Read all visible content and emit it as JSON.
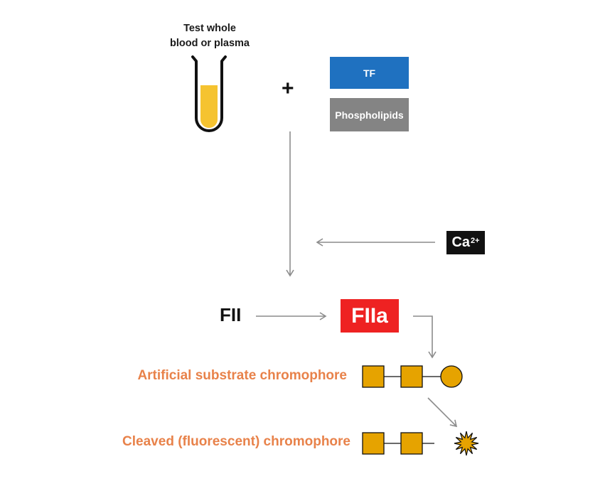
{
  "tube": {
    "label_line1": "Test whole",
    "label_line2": "blood or plasma",
    "fill_color": "#f5c330"
  },
  "plus_sign": "+",
  "reagents": {
    "tf": {
      "label": "TF",
      "color": "#1f71c0"
    },
    "phospholipids": {
      "label": "Phospholipids",
      "color": "#848484"
    }
  },
  "calcium": {
    "symbol": "Ca",
    "charge": "2+"
  },
  "factor_ii": "FII",
  "factor_iia": {
    "label": "FIIa",
    "color": "#ee2222"
  },
  "substrate_label": "Artificial substrate chromophore",
  "cleaved_label": "Cleaved (fluorescent) chromophore",
  "colors": {
    "arrow": "#8c8c8c",
    "chromophore_block": "#e6a300",
    "label_orange": "#e8824a"
  }
}
